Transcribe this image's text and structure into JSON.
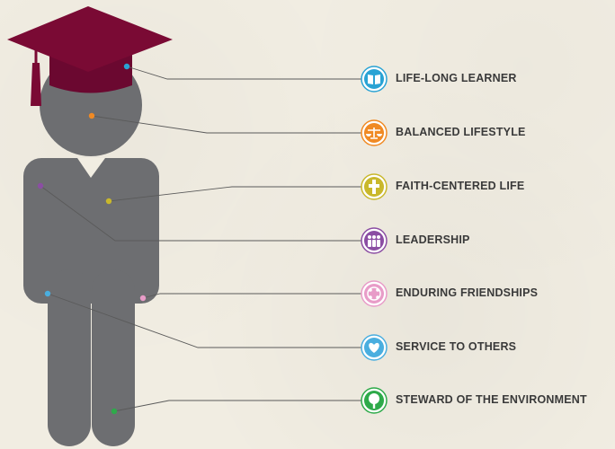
{
  "colors": {
    "background": "#f1ede2",
    "figure": "#6d6e71",
    "cap": "#7a0a34",
    "connector": "#5a5a5a",
    "label_text": "#3a3a3a"
  },
  "attributes": [
    {
      "label": "LIFE-LONG LEARNER",
      "icon": "book-icon",
      "color": "#2aa3d4"
    },
    {
      "label": "BALANCED LIFESTYLE",
      "icon": "scales-icon",
      "color": "#f08a24"
    },
    {
      "label": "FAITH-CENTERED LIFE",
      "icon": "cross-icon",
      "color": "#c9b82c"
    },
    {
      "label": "LEADERSHIP",
      "icon": "people-icon",
      "color": "#8b4ea3"
    },
    {
      "label": "ENDURING FRIENDSHIPS",
      "icon": "friends-icon",
      "color": "#e89cc8"
    },
    {
      "label": "SERVICE TO OTHERS",
      "icon": "heart-hands-icon",
      "color": "#4aaedf"
    },
    {
      "label": "STEWARD OF THE ENVIRONMENT",
      "icon": "tree-icon",
      "color": "#2eaa4a"
    }
  ]
}
